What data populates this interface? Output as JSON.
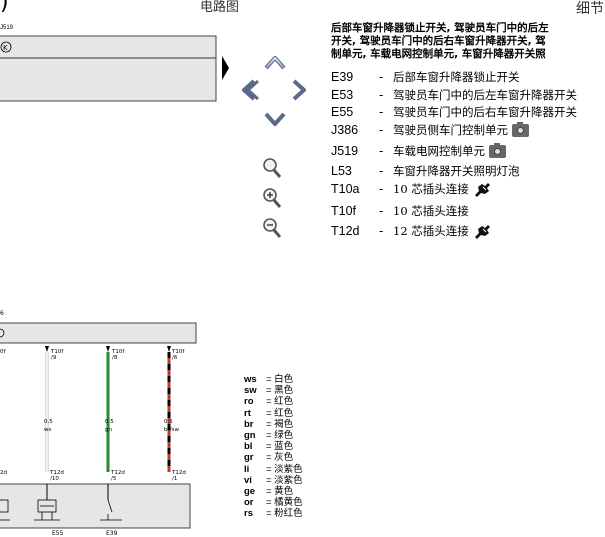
{
  "header": {
    "page_title": "电路图",
    "right_title": "细节",
    "paren": ")"
  },
  "diagram": {
    "labels": {
      "j519": "J519",
      "l6": "6",
      "t10f_1": "T10f\n/9",
      "t10f_2": "T10f\n/8",
      "t10f_3": "T10f\n/6",
      "w1_size": "0.5",
      "w1_color": "ws",
      "w2_size": "0.5",
      "w2_color": "gn",
      "w3_size": "0.5",
      "w3_color": "br/sw",
      "t12d_1": "T12d\n/10",
      "t12d_2": "T12d\n/5",
      "t12d_3": "T12d\n/1",
      "e55": "E55",
      "e39": "E39",
      "left_t10f": "0f",
      "left_t12d": "2d"
    }
  },
  "description": [
    "后部车窗升降器锁止开关, 驾驶员车门中的后左",
    "开关, 驾驶员车门中的后右车窗升降器开关, 驾",
    "制单元, 车载电网控制单元, 车窗升降器开关照"
  ],
  "legend": [
    {
      "code": "E39",
      "text": "后部车窗升降器锁止开关",
      "icon": ""
    },
    {
      "code": "E53",
      "text": "驾驶员车门中的后左车窗升降器开关",
      "icon": ""
    },
    {
      "code": "E55",
      "text": "驾驶员车门中的后右车窗升降器开关",
      "icon": ""
    },
    {
      "code": "J386",
      "text": "驾驶员侧车门控制单元",
      "icon": "camera-icon"
    },
    {
      "code": "J519",
      "text": "车载电网控制单元",
      "icon": "camera-icon"
    },
    {
      "code": "L53",
      "text": "车窗升降器开关照明灯泡",
      "icon": ""
    },
    {
      "code": "T10a",
      "text": "10 芯插头连接",
      "icon": "plug-icon"
    },
    {
      "code": "T10f",
      "text": "10 芯插头连接",
      "icon": ""
    },
    {
      "code": "T12d",
      "text": "12 芯插头连接",
      "icon": "plug-icon"
    }
  ],
  "wire_colors": [
    {
      "code": "ws",
      "text": "= 白色"
    },
    {
      "code": "sw",
      "text": "= 黑色"
    },
    {
      "code": "ro",
      "text": "= 红色"
    },
    {
      "code": "rt",
      "text": "= 红色"
    },
    {
      "code": "br",
      "text": "= 褐色"
    },
    {
      "code": "gn",
      "text": "= 绿色"
    },
    {
      "code": "bl",
      "text": "= 蓝色"
    },
    {
      "code": "gr",
      "text": "= 灰色"
    },
    {
      "code": "li",
      "text": "= 淡紫色"
    },
    {
      "code": "vi",
      "text": "= 淡紫色"
    },
    {
      "code": "ge",
      "text": "= 黄色"
    },
    {
      "code": "or",
      "text": "= 橘黄色"
    },
    {
      "code": "rs",
      "text": "= 粉红色"
    }
  ],
  "nav": {
    "icons": [
      "arrow-up-icon",
      "arrow-left-icon",
      "arrow-right-icon",
      "arrow-down-icon",
      "zoom-icon",
      "zoom-in-icon",
      "zoom-out-icon"
    ]
  }
}
